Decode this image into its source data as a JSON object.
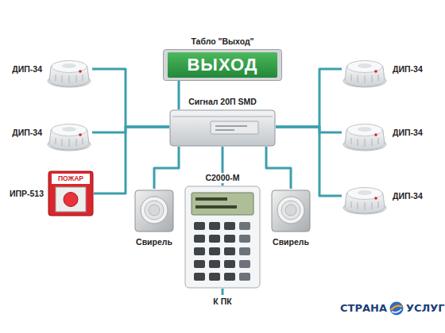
{
  "diagram": {
    "nodes": [
      {
        "text": [
          "Табло \"Выход\"",
          "ВЫХОД"
        ]
      },
      {
        "text": [
          "ДИП-34"
        ]
      },
      {
        "text": [
          "ДИП-34"
        ]
      },
      {
        "text": [
          "Сигнал 20П SMD"
        ]
      },
      {
        "text": [
          "ДИП-34"
        ]
      },
      {
        "text": [
          "ДИП-34"
        ]
      },
      {
        "text": [
          "ИПР-513",
          "ПОЖАР"
        ]
      },
      {
        "text": [
          "Свирель"
        ]
      },
      {
        "text": [
          "С2000-М"
        ]
      },
      {
        "text": [
          "Свирель"
        ]
      },
      {
        "text": [
          "ДИП-34"
        ]
      }
    ],
    "edges": [
      {
        "from": 3,
        "to": 0,
        "arrow": "none"
      },
      {
        "from": 3,
        "to": 1,
        "arrow": "none"
      },
      {
        "from": 3,
        "to": 4,
        "arrow": "none"
      },
      {
        "from": 3,
        "to": 6,
        "arrow": "none"
      },
      {
        "from": 3,
        "to": 2,
        "arrow": "none"
      },
      {
        "from": 3,
        "to": 5,
        "arrow": "none"
      },
      {
        "from": 3,
        "to": 10,
        "arrow": "none"
      },
      {
        "from": 3,
        "to": 7,
        "arrow": "none"
      },
      {
        "from": 3,
        "to": 8,
        "arrow": "none"
      },
      {
        "from": 3,
        "to": 9,
        "arrow": "none"
      }
    ],
    "labels": [
      "К ПК",
      "СТРАНА",
      "УСЛУГ"
    ]
  }
}
